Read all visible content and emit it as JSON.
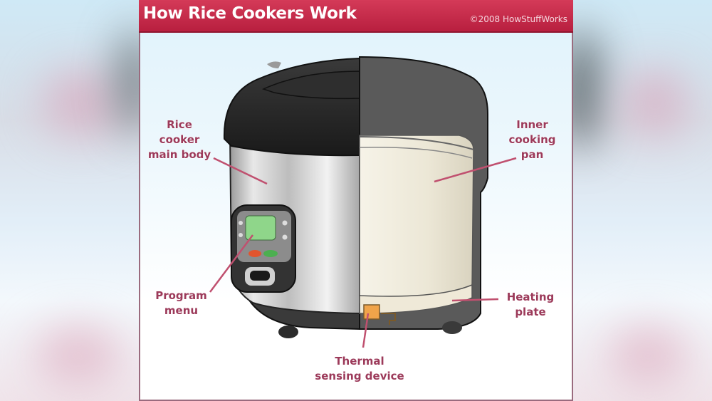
{
  "header": {
    "title": "How Rice Cookers Work",
    "copyright": "©2008 HowStuffWorks"
  },
  "labels": {
    "main_body": [
      "Rice",
      "cooker",
      "main body"
    ],
    "inner_pan": [
      "Inner",
      "cooking",
      "pan"
    ],
    "program_menu": [
      "Program",
      "menu"
    ],
    "heating_plate": [
      "Heating",
      "plate"
    ],
    "thermal_sensor": [
      "Thermal",
      "sensing device"
    ]
  },
  "colors": {
    "header_red": "#c42a4a",
    "label_text": "#9c3a5a",
    "leader_line": "#c0506f",
    "lid_dark": "#2a2a2a",
    "body_steel": "#c8c8c8",
    "pan_cream": "#efeadb",
    "display_green": "#8fd68a"
  }
}
